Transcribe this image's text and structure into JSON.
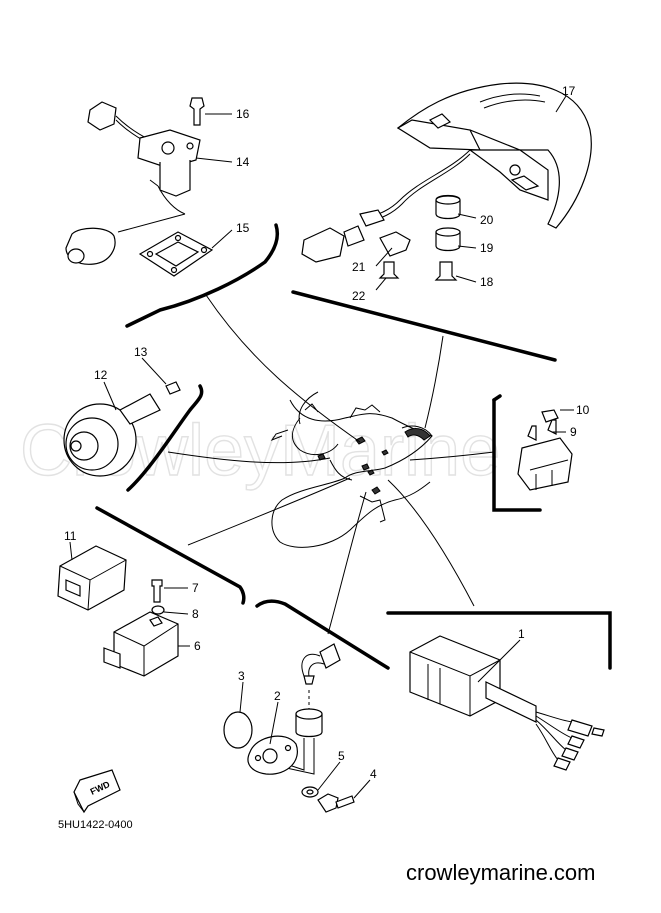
{
  "diagram": {
    "watermark": "CrowleyMarine",
    "drawing_code": "5HU1422-0400",
    "website": "crowleymarine.com",
    "fwd_label": "FWD",
    "callouts": [
      {
        "id": "1",
        "label": "1"
      },
      {
        "id": "2",
        "label": "2"
      },
      {
        "id": "3",
        "label": "3"
      },
      {
        "id": "4",
        "label": "4"
      },
      {
        "id": "5",
        "label": "5"
      },
      {
        "id": "6",
        "label": "6"
      },
      {
        "id": "7",
        "label": "7"
      },
      {
        "id": "8",
        "label": "8"
      },
      {
        "id": "9",
        "label": "9"
      },
      {
        "id": "10",
        "label": "10"
      },
      {
        "id": "11",
        "label": "11"
      },
      {
        "id": "12",
        "label": "12"
      },
      {
        "id": "13",
        "label": "13"
      },
      {
        "id": "14",
        "label": "14"
      },
      {
        "id": "15",
        "label": "15"
      },
      {
        "id": "16",
        "label": "16"
      },
      {
        "id": "17",
        "label": "17"
      },
      {
        "id": "18",
        "label": "18"
      },
      {
        "id": "19",
        "label": "19"
      },
      {
        "id": "20",
        "label": "20"
      },
      {
        "id": "21",
        "label": "21"
      },
      {
        "id": "22",
        "label": "22"
      }
    ]
  }
}
